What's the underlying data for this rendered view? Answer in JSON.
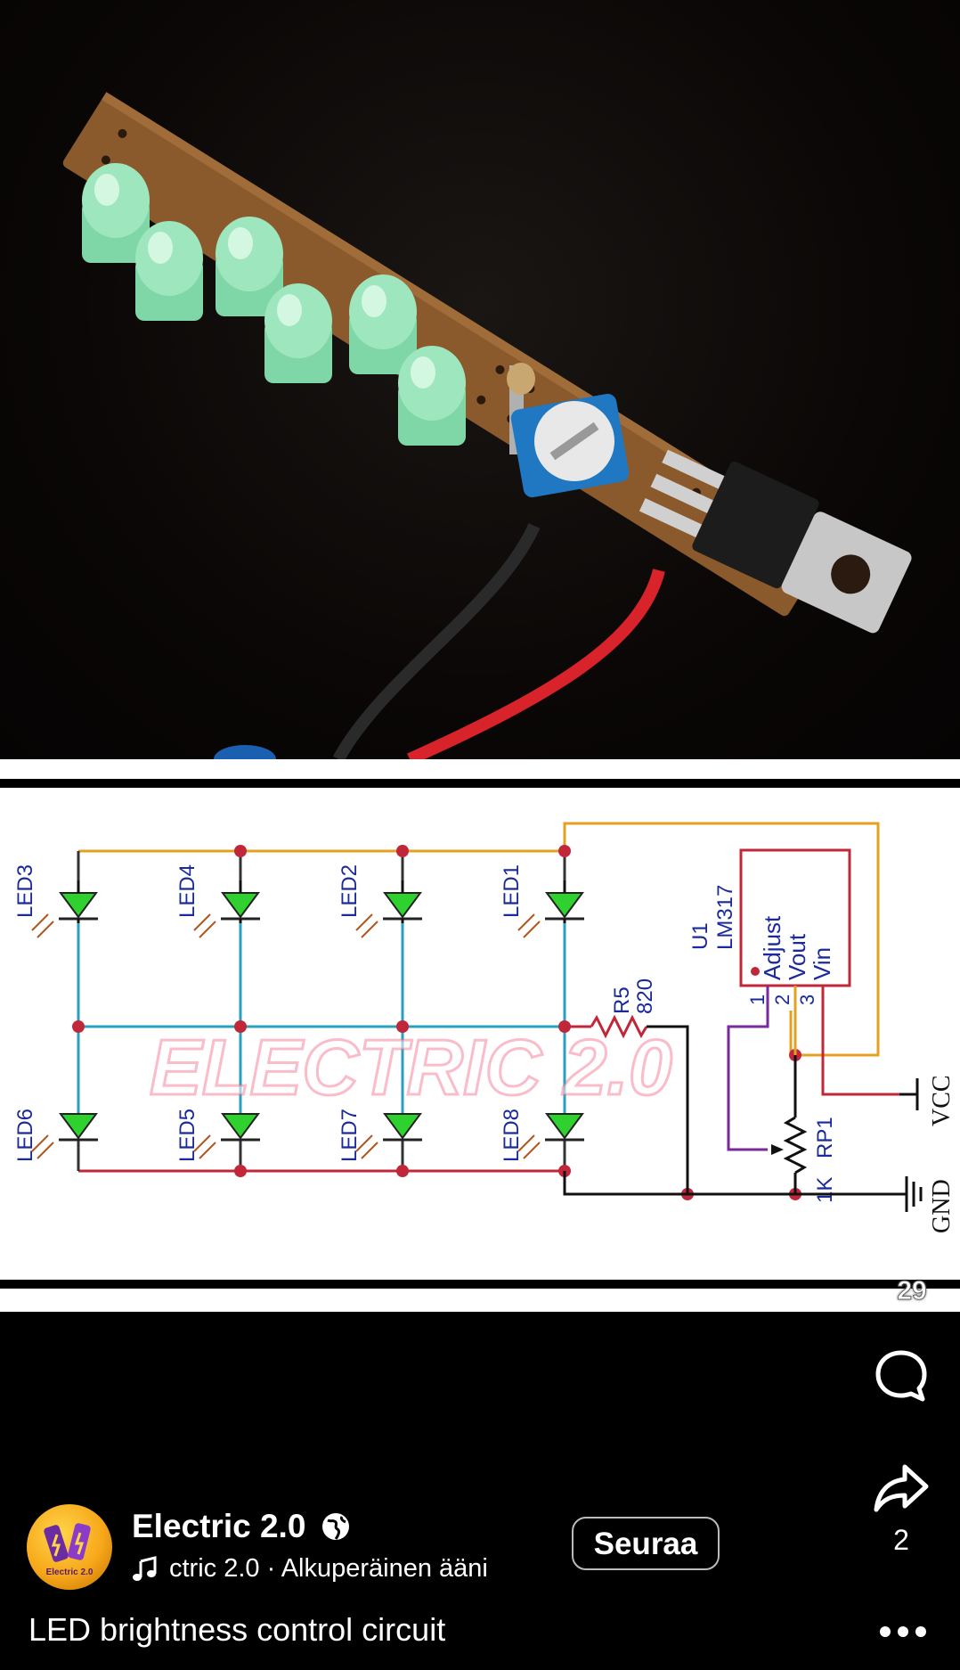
{
  "schematic": {
    "leds_top": [
      "LED3",
      "LED4",
      "LED2",
      "LED1"
    ],
    "leds_bottom": [
      "LED6",
      "LED5",
      "LED7",
      "LED8"
    ],
    "resistor_name": "R5",
    "resistor_value": "820",
    "regulator_ref": "U1",
    "regulator_part": "LM317",
    "pin_adjust": "Adjust",
    "pin_vout": "Vout",
    "pin_vin": "Vin",
    "pin1": "1",
    "pin2": "2",
    "pin3": "3",
    "pot_name": "RP1",
    "pot_value": "1K",
    "vcc": "VCC",
    "gnd": "GND",
    "watermark": "ELECTRIC 2.0"
  },
  "post_index": "29",
  "actions": {
    "comment_icon": "comment-icon",
    "share_icon": "share-icon",
    "share_count": "2"
  },
  "author": {
    "name": "Electric 2.0",
    "avatar_text": "Electric 2.0",
    "audio_text": "ctric 2.0 · Alkuperäinen ääni"
  },
  "follow_label": "Seuraa",
  "caption": "LED brightness control circuit",
  "more_icon": "more-dots-icon"
}
